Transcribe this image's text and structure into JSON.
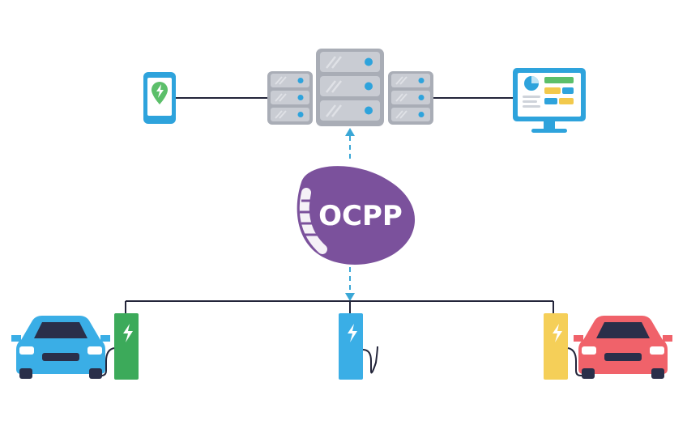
{
  "protocol": {
    "label": "OCPP",
    "color": "#7b519c"
  },
  "colors": {
    "line": "#23253a",
    "dashed": "#3aa7d6",
    "server": "#c9ccd3",
    "server_dark": "#a9adb6",
    "server_light": "#dfe1e6",
    "server_led": "#2ea3dc",
    "device_blue": "#2ea3dc"
  },
  "nodes": {
    "mobile_app": {
      "icon": "phone-charging-pin-icon",
      "pin_color": "#5cbf6a",
      "bolt_color": "#ffffff"
    },
    "central_system": {
      "icon": "server-rack-icon"
    },
    "monitor": {
      "icon": "dashboard-monitor-icon",
      "tiles": [
        "#5cbf6a",
        "#f2c94c",
        "#2ea3dc"
      ]
    }
  },
  "stations": [
    {
      "id": "green",
      "color": "#3caa5a",
      "bolt_color": "#ffffff",
      "car": "blue-car",
      "car_color": "#3aaee6"
    },
    {
      "id": "blue",
      "color": "#3aaee6",
      "bolt_color": "#ffffff",
      "car": null
    },
    {
      "id": "yellow",
      "color": "#f5cf58",
      "bolt_color": "#ffffff",
      "car": "red-car",
      "car_color": "#f0626a"
    }
  ]
}
